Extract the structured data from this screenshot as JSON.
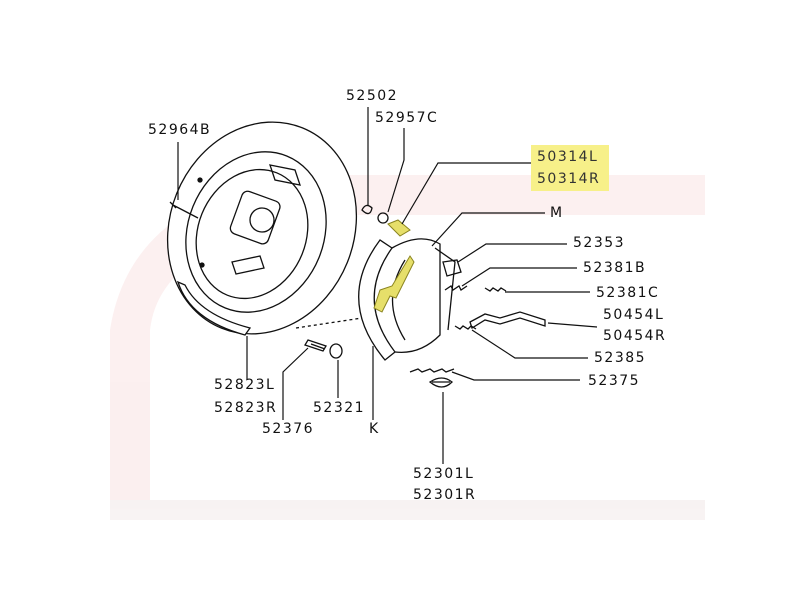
{
  "highlight_color": "#f7f089",
  "part_color": "#e6df6a",
  "labels": {
    "p52502": "52502",
    "p52957C": "52957C",
    "p52964B": "52964B",
    "p50314L": "50314L",
    "p50314R": "50314R",
    "M": "M",
    "p52353": "52353",
    "p52381B": "52381B",
    "p52381C": "52381C",
    "p50454L": "50454L",
    "p50454R": "50454R",
    "p52385": "52385",
    "p52375": "52375",
    "p52823L": "52823L",
    "p52823R": "52823R",
    "p52376": "52376",
    "p52321": "52321",
    "K": "K",
    "p52301L": "52301L",
    "p52301R": "52301R"
  }
}
